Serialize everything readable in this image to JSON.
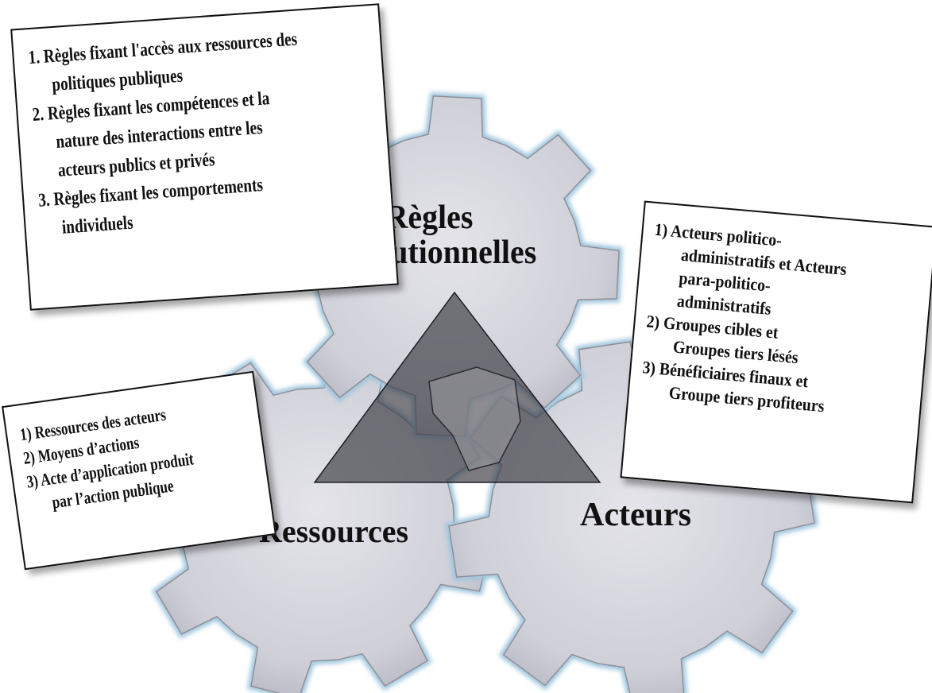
{
  "gears": {
    "regles_line1": "Règles",
    "regles_line2": "institutionnelles",
    "ressources": "Ressources",
    "acteurs": "Acteurs"
  },
  "box_regles": {
    "l1": "1. Règles fixant l'accès aux ressources des",
    "l2": "politiques publiques",
    "l3": "2. Règles fixant les compétences et la",
    "l4": "nature des interactions entre les",
    "l5": "acteurs publics et privés",
    "l6": "3. Règles fixant les comportements",
    "l7": "individuels"
  },
  "box_ressources": {
    "l1": "1) Ressources des acteurs",
    "l2": "2) Moyens d’actions",
    "l3": "3) Acte d’application produit",
    "l4": "par l’action publique"
  },
  "box_acteurs": {
    "l1": "1) Acteurs politico-",
    "l2": "administratifs et Acteurs",
    "l3": "para-politico-",
    "l4": "administratifs",
    "l5": "2) Groupes cibles  et",
    "l6": "Groupes tiers lésés",
    "l7": "3) Bénéficiaires  finaux et",
    "l8": "Groupe tiers profiteurs"
  },
  "colors": {
    "gear_fill": "#d3d3dc",
    "gear_glow": "#9fc6dd",
    "triangle": "#6d6d72",
    "text": "#111111"
  }
}
